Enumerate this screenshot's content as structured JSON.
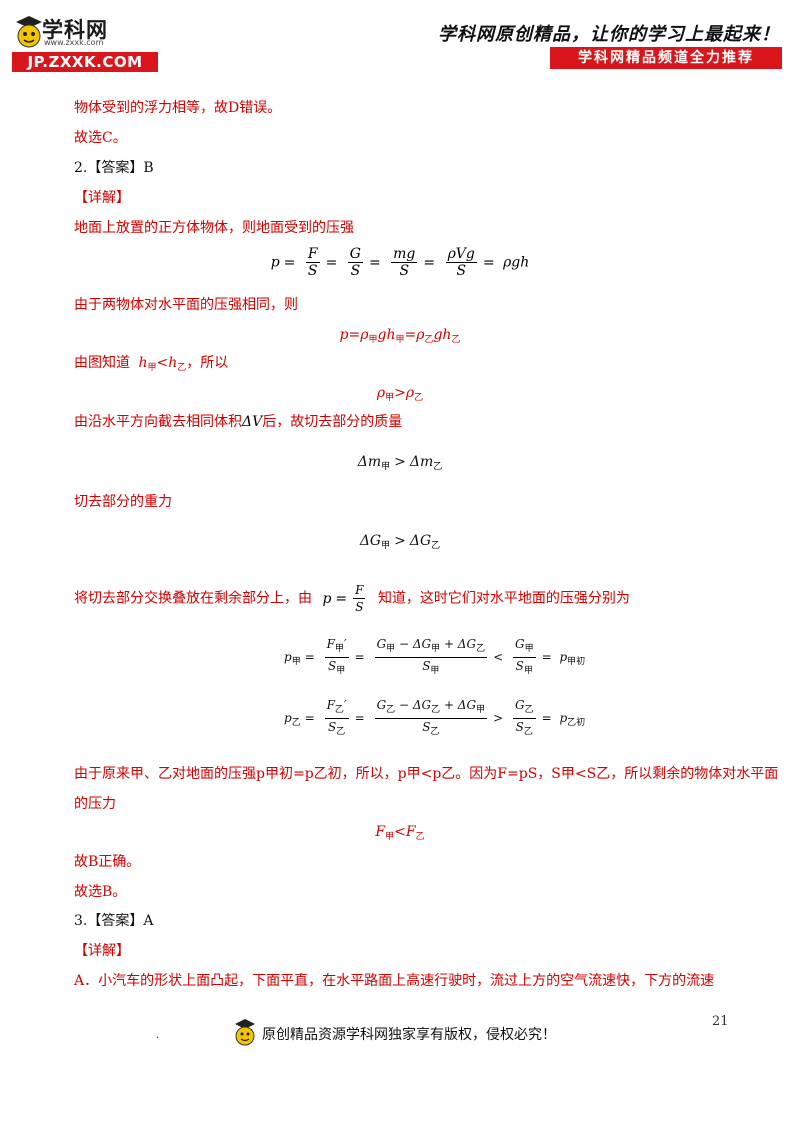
{
  "header": {
    "logo_cn": "学科网",
    "logo_url": "www.zxxk.com",
    "logo_banner": "JP.ZXXK.COM",
    "slogan": "学科网原创精品，让你的学习上最起来！",
    "slogan_banner": "学科网精品频道全力推荐"
  },
  "lines": {
    "l1": "物体受到的浮力相等，故D错误。",
    "l2": "故选C。",
    "l3": "2.【答案】B",
    "l4": "【详解】",
    "l5": "地面上放置的正方体物体，则地面受到的压强",
    "l6": "由于两物体对水平面的压强相同，则",
    "l7": "由图知道",
    "l7b": "，所以",
    "l8": "由沿水平方向截去相同体积",
    "l8b": "后，故切去部分的质量",
    "l9": "切去部分的重力",
    "l10a": "将切去部分交换叠放在剩余部分上，由",
    "l10b": "知道，这时它们对水平地面的压强分别为",
    "l11": "由于原来甲、乙对地面的压强p甲初=p乙初，所以，p甲<p乙。因为F=pS，S甲<S乙，所以剩余的物体对水平面",
    "l12": "的压力",
    "l13": "故B正确。",
    "l14": "故选B。",
    "l15": "3.【答案】A",
    "l16": "【详解】",
    "l17": "A．小汽车的形状上面凸起，下面平直，在水平路面上高速行驶时，流过上方的空气流速快，下方的流速"
  },
  "formulas": {
    "f1": "p = F/S = G/S = mg/S = ρVg/S = ρgh",
    "f2": "p=ρ甲gh甲=ρ乙gh乙",
    "f3_cond": "h甲<h乙",
    "f3": "ρ甲>ρ乙",
    "f4_dv": "ΔV",
    "f4": "Δm甲 > Δm乙",
    "f5": "ΔG甲 > ΔG乙",
    "f6_inline": "p = F/S",
    "f7": "p甲 = F甲′/S甲 = (G甲 − ΔG甲 + ΔG乙)/S甲 < G甲/S甲 = p甲初",
    "f8": "p乙 = F乙′/S乙 = (G乙 − ΔG乙 + ΔG甲)/S乙 > G乙/S乙 = p乙初",
    "f9": "F甲<F乙"
  },
  "footer": {
    "page_number": "21",
    "dot": ".",
    "notice": "原创精品资源学科网独家享有版权，侵权必究！"
  },
  "colors": {
    "accent_red": "#d20000",
    "banner_red": "#d9161c"
  }
}
